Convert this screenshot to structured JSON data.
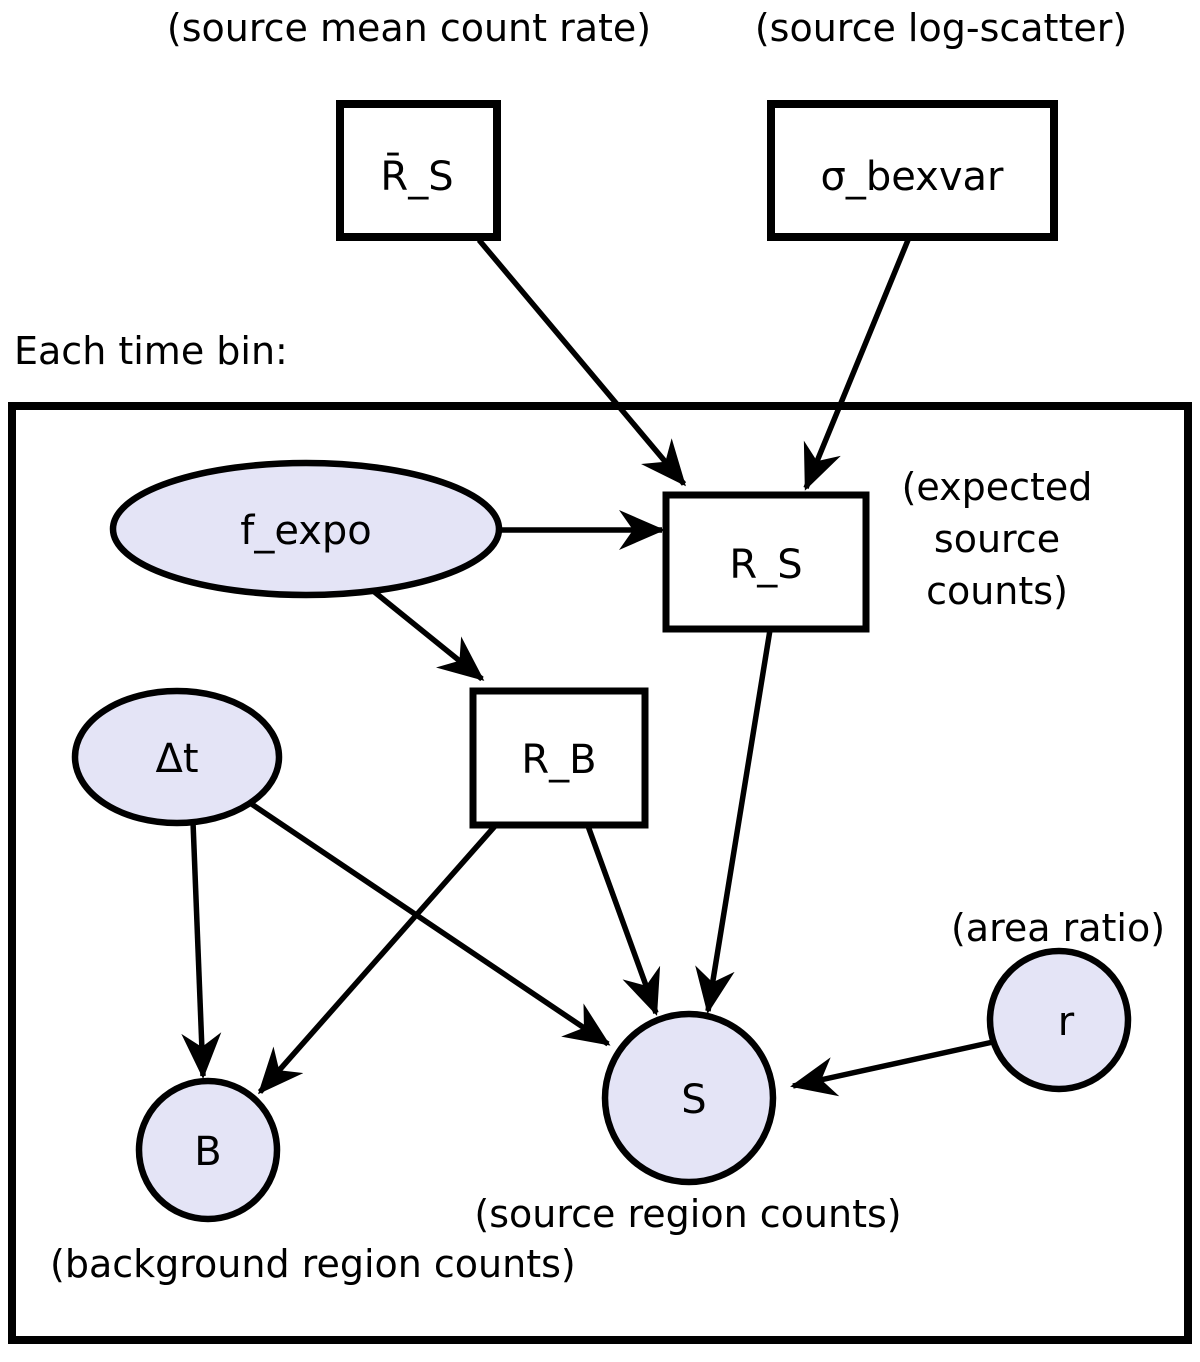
{
  "diagram": {
    "top_annotations": {
      "source_mean_count_rate": "(source mean count rate)",
      "source_log_scatter": "(source log-scatter)"
    },
    "plate_label": "Each time bin:",
    "nodes": {
      "rbar_s": {
        "label": "R̄_S",
        "shape": "rect",
        "meaning": "source mean count rate"
      },
      "sigma_bexvar": {
        "label": "σ_bexvar",
        "shape": "rect",
        "meaning": "source log-scatter"
      },
      "f_expo": {
        "label": "f_expo",
        "shape": "ellipse"
      },
      "r_s": {
        "label": "R_S",
        "shape": "rect",
        "meaning": "expected source counts"
      },
      "r_b": {
        "label": "R_B",
        "shape": "rect"
      },
      "delta_t": {
        "label": "Δt",
        "shape": "ellipse"
      },
      "b": {
        "label": "B",
        "shape": "circle",
        "meaning": "background region counts"
      },
      "s": {
        "label": "S",
        "shape": "circle",
        "meaning": "source region counts"
      },
      "r": {
        "label": "r",
        "shape": "circle",
        "meaning": "area ratio"
      }
    },
    "annotations": {
      "expected_source_counts": [
        "(expected",
        "source",
        "counts)"
      ],
      "area_ratio": "(area ratio)",
      "source_region_counts": "(source region counts)",
      "background_region_counts": "(background region counts)"
    },
    "edges": [
      "rbar_s->r_s",
      "sigma_bexvar->r_s",
      "f_expo->r_s",
      "f_expo->r_b",
      "delta_t->b",
      "delta_t->s",
      "r_b->b",
      "r_b->s",
      "r_s->s",
      "r->s"
    ],
    "colors": {
      "node_fill": "#e4e4f6",
      "stroke": "#000000",
      "background": "#ffffff"
    }
  }
}
